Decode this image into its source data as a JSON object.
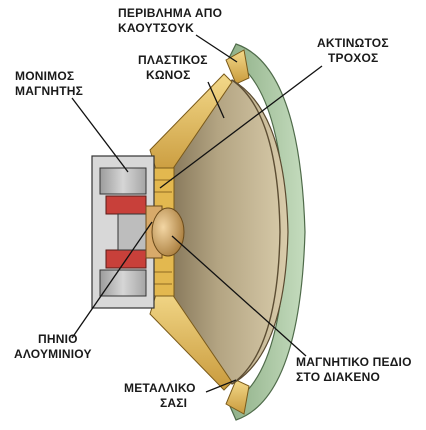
{
  "labels": {
    "rubber_surround": [
      "ΠΕΡΙΒΛΗΜΑ ΑΠΟ",
      "ΚΑΟΥΤΣΟΥΚ"
    ],
    "radial_wheel": [
      "ΑΚΤΙΝΩΤΟΣ",
      "ΤΡΟΧΟΣ"
    ],
    "plastic_cone": [
      "ΠΛΑΣΤΙΚΟΣ",
      "ΚΩΝΟΣ"
    ],
    "permanent_magnet": [
      "ΜΟΝΙΜΟΣ",
      "ΜΑΓΝΗΤΗΣ"
    ],
    "aluminium_coil": [
      "ΠΗΝΙΟ",
      "ΑΛΟΥΜΙΝΙΟΥ"
    ],
    "magnetic_field_gap": [
      "ΜΑΓΝΗΤΙΚΟ ΠΕΔΙΟ",
      "ΣΤΟ ΔΙΑΚΕΝΟ"
    ],
    "metal_chassis": [
      "ΜΕΤΑΛΛΙΚΟ",
      "ΣΑΣΙ"
    ]
  },
  "colors": {
    "cone_light": "#d8cba8",
    "cone_dark": "#8a7a5a",
    "surround_green": "#a9c4a0",
    "chassis_yellow": "#e8c262",
    "magnet_grey": "#b9b9b9",
    "magnet_red": "#c8403a",
    "coil_copper": "#d8aa6a"
  }
}
